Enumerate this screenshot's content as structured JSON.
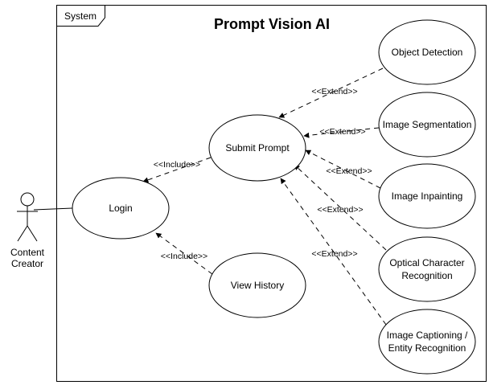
{
  "system": {
    "frame_label": "System",
    "title": "Prompt Vision AI"
  },
  "actor": {
    "line1": "Content",
    "line2": "Creator"
  },
  "use_cases": {
    "login": "Login",
    "submit_prompt": "Submit Prompt",
    "view_history": "View History",
    "object_detection": "Object Detection",
    "image_segmentation": "Image Segmentation",
    "image_inpainting": "Image Inpainting",
    "ocr_line1": "Optical Character",
    "ocr_line2": "Recognition",
    "captioning_line1": "Image Captioning /",
    "captioning_line2": "Entity Recognition"
  },
  "relations": {
    "include_submit": "<<Include>>",
    "include_history": "<<Include>>",
    "extend_object_detection": "<<Extend>>",
    "extend_segmentation": "<<Extend>>",
    "extend_inpainting": "<<Extend>>",
    "extend_ocr": "<<Extend>>",
    "extend_captioning": "<<Extend>>"
  }
}
